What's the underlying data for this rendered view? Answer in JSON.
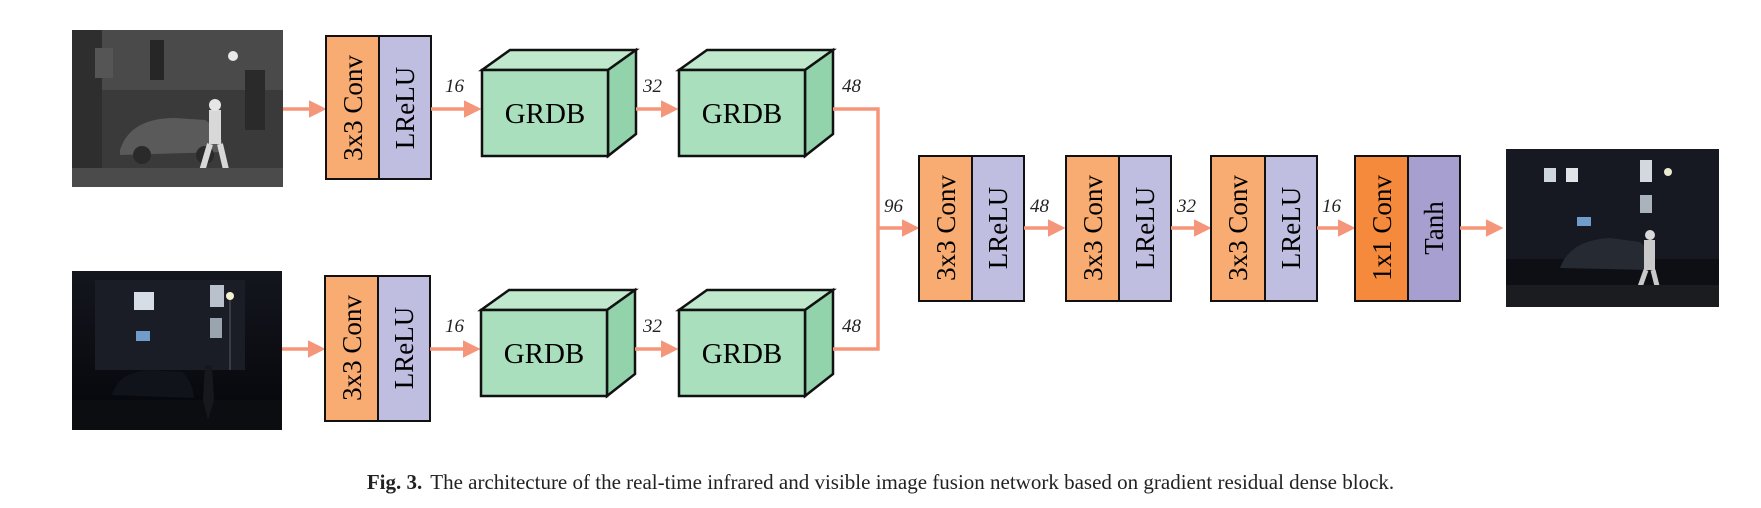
{
  "branches": [
    {
      "input_image": "infrared image of a person walking in front of a parked car at night",
      "conv": "3x3 Conv",
      "act": "LReLU",
      "grdb1": "GRDB",
      "grdb2": "GRDB",
      "ch1": "16",
      "ch2": "32",
      "ch3": "48"
    },
    {
      "input_image": "visible image of a dark night street with a building and street lamp",
      "conv": "3x3 Conv",
      "act": "LReLU",
      "grdb1": "GRDB",
      "grdb2": "GRDB",
      "ch1": "16",
      "ch2": "32",
      "ch3": "48"
    }
  ],
  "concat_channels": "96",
  "fusion_blocks": [
    {
      "conv": "3x3 Conv",
      "act": "LReLU",
      "out": "48"
    },
    {
      "conv": "3x3 Conv",
      "act": "LReLU",
      "out": "32"
    },
    {
      "conv": "3x3 Conv",
      "act": "LReLU",
      "out": "16"
    },
    {
      "conv": "1x1 Conv",
      "act": "Tanh"
    }
  ],
  "output_image": "fused image of the night scene with the person highlighted",
  "caption": {
    "label": "Fig. 3.",
    "text": "The architecture of the real-time infrared and visible image fusion network based on gradient residual dense block."
  },
  "colors": {
    "arrow": "#f5957a",
    "conv": "#f8ac72",
    "conv_final": "#f58a3c",
    "act": "#bfbde0",
    "act_final": "#a79fd0",
    "grdb_front": "#a9dfbd",
    "grdb_top": "#bfe8cc",
    "grdb_side": "#93d3ab"
  }
}
